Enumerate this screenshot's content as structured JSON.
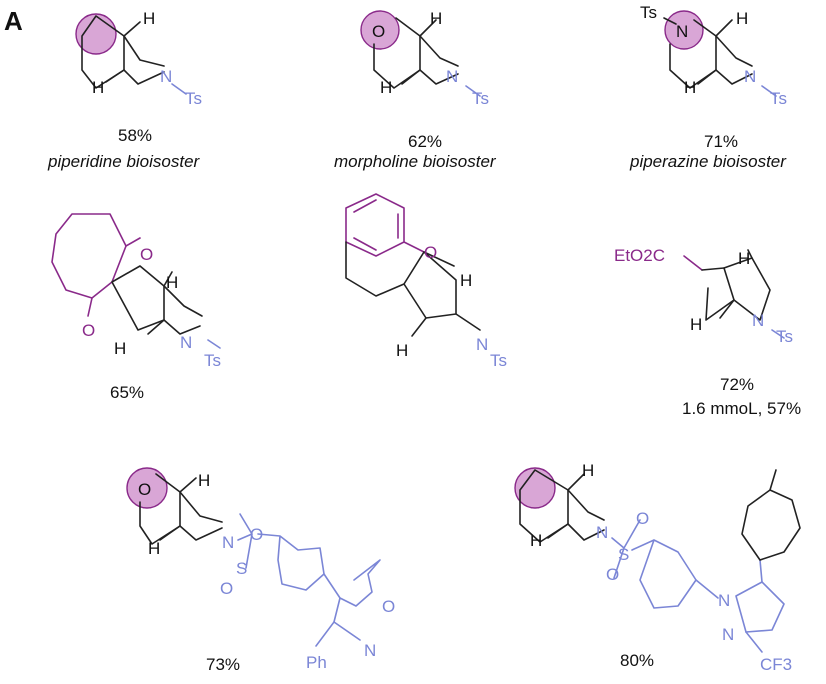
{
  "panel_label": "A",
  "structures": [
    {
      "id": "c1",
      "yield": "58%",
      "name": "piperidine bioisoster",
      "labels": {
        "h_top": "H",
        "h_bottom": "H",
        "n": "N",
        "ts": "Ts"
      }
    },
    {
      "id": "c2",
      "yield": "62%",
      "name": "morpholine bioisoster",
      "labels": {
        "o": "O",
        "h_top": "H",
        "h_bottom": "H",
        "n": "N",
        "ts": "Ts"
      }
    },
    {
      "id": "c3",
      "yield": "71%",
      "name": "piperazine bioisoster",
      "labels": {
        "ts_left": "Ts",
        "n_ring": "N",
        "h_top": "H",
        "h_bottom": "H",
        "n": "N",
        "ts": "Ts"
      }
    },
    {
      "id": "c4",
      "yield": "65%",
      "labels": {
        "o_top": "O",
        "o_bottom": "O",
        "h_top": "H",
        "h_bottom": "H",
        "n": "N",
        "ts": "Ts"
      }
    },
    {
      "id": "c5",
      "labels": {
        "o": "O",
        "h_top": "H",
        "h_bottom": "H",
        "n": "N",
        "ts": "Ts"
      }
    },
    {
      "id": "c6",
      "yield": "72%",
      "note": "1.6 mmoL, 57%",
      "labels": {
        "ester": "EtO2C",
        "h_top": "H",
        "h_bottom": "H",
        "n": "N",
        "ts": "Ts"
      }
    },
    {
      "id": "c7",
      "yield": "73%",
      "labels": {
        "o": "O",
        "h_top": "H",
        "h_bottom": "H",
        "n": "N",
        "s": "S",
        "o1": "O",
        "o2": "O",
        "o_isox": "O",
        "n_isox": "N",
        "ph": "Ph"
      }
    },
    {
      "id": "c8",
      "yield": "80%",
      "labels": {
        "h_top": "H",
        "h_bottom": "H",
        "n": "N",
        "s": "S",
        "o1": "O",
        "o2": "O",
        "n_pz": "N",
        "n_pz2": "N",
        "cf3": "CF3"
      }
    }
  ],
  "colors": {
    "bond": "#222222",
    "highlight": "#8a2a8a",
    "highlight_fill": "#d9a6d6",
    "tosyl": "#7b86d6"
  }
}
